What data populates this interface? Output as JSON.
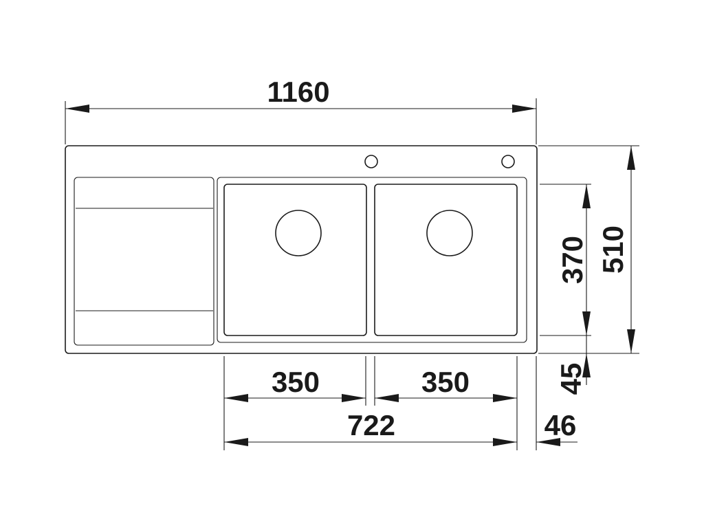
{
  "dimensions": {
    "overall_width": "1160",
    "overall_depth": "510",
    "bowl_depth": "370",
    "front_offset": "45",
    "bowl_left_width": "350",
    "bowl_right_width": "350",
    "bowls_total_width": "722",
    "right_offset": "46"
  },
  "colors": {
    "line": "#1a1a1a",
    "background": "#ffffff"
  }
}
